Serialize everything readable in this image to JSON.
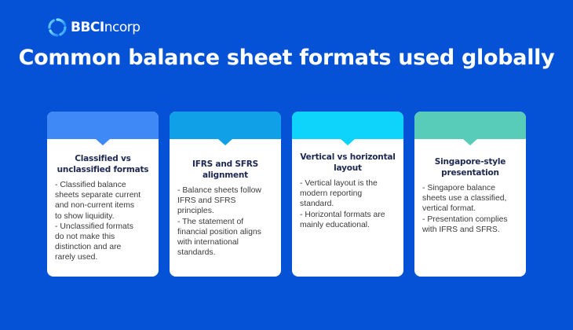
{
  "brand": {
    "name_bold": "BBCI",
    "name_rest": "ncorp",
    "icon": "bbcincorp-logo-icon"
  },
  "title": "Common balance sheet formats used globally",
  "colors": {
    "background": "#0652d6",
    "card_text": "#3a3a3a",
    "card_title": "#1c2752"
  },
  "cards": [
    {
      "header_color": "#3f89f6",
      "title": "Classified vs unclassified formats",
      "text": "- Classified balance\nsheets separate current\nand non-current items\nto show liquidity.\n- Unclassified formats\ndo not make this\ndistinction and are\nrarely used."
    },
    {
      "header_color": "#0fa0e8",
      "title": "IFRS and SFRS alignment",
      "text": "- Balance sheets follow\nIFRS and SFRS principles.\n- The statement of\nfinancial position aligns\nwith international\nstandards."
    },
    {
      "header_color": "#0ed3fb",
      "title": "Vertical vs horizontal layout",
      "text": "- Vertical layout is the\nmodern reporting\nstandard.\n- Horizontal formats are\nmainly educational."
    },
    {
      "header_color": "#58ccb8",
      "title": "Singapore-style presentation",
      "text": "- Singapore balance\nsheets use a classified,\nvertical format.\n- Presentation complies\nwith IFRS and SFRS."
    }
  ]
}
